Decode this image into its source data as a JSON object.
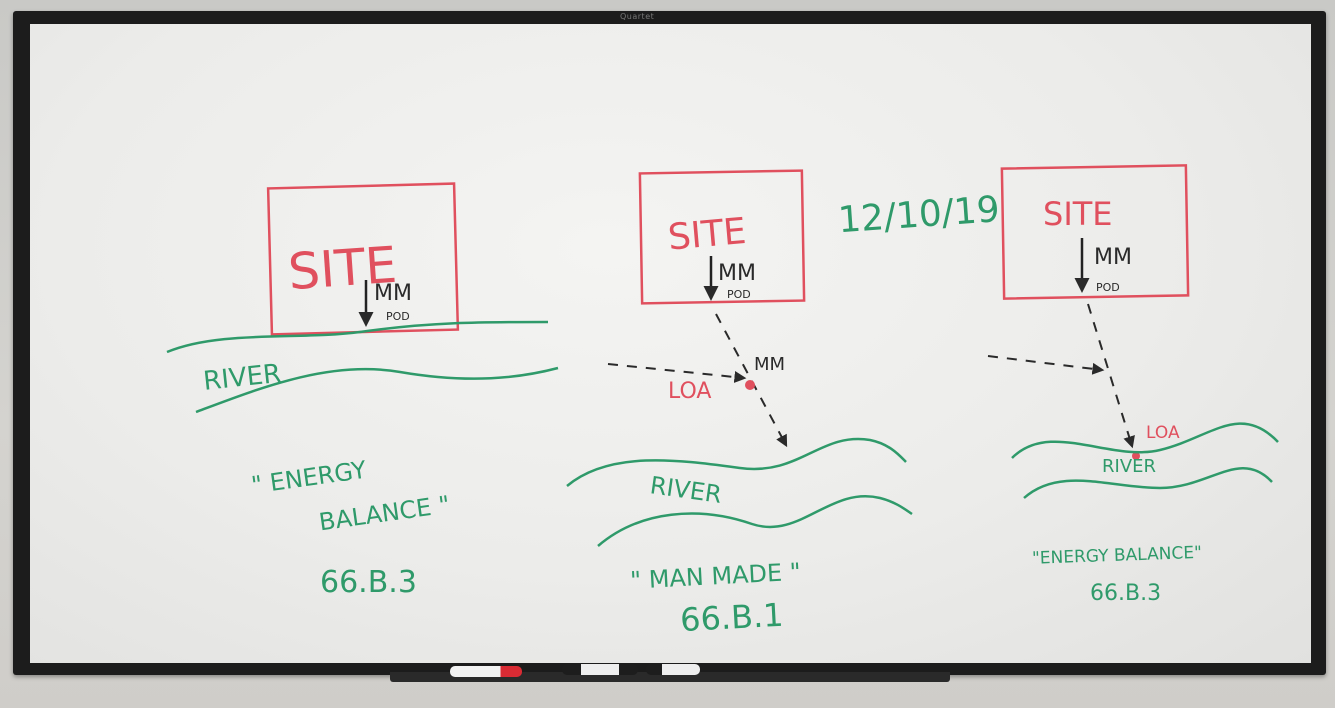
{
  "brand": "Quartet",
  "date": "12/10/19",
  "panel_left": {
    "site": "SITE",
    "mm": "MM",
    "pod": "POD",
    "river": "RIVER",
    "caption_line1": "\" ENERGY",
    "caption_line2": "BALANCE \"",
    "code": "66.B.3"
  },
  "panel_middle": {
    "site": "SITE",
    "mm": "MM",
    "pod": "POD",
    "mm2": "MM",
    "loa": "LOA",
    "river": "RIVER",
    "caption": "\" MAN MADE \"",
    "code": "66.B.1"
  },
  "panel_right": {
    "site": "SITE",
    "mm": "MM",
    "pod": "POD",
    "loa": "LOA",
    "river": "RIVER",
    "caption": "\"ENERGY BALANCE\"",
    "code": "66.B.3"
  },
  "colors": {
    "red_ink": "#e0505e",
    "green_ink": "#2f9a6a",
    "black_ink": "#2a2a2a"
  }
}
